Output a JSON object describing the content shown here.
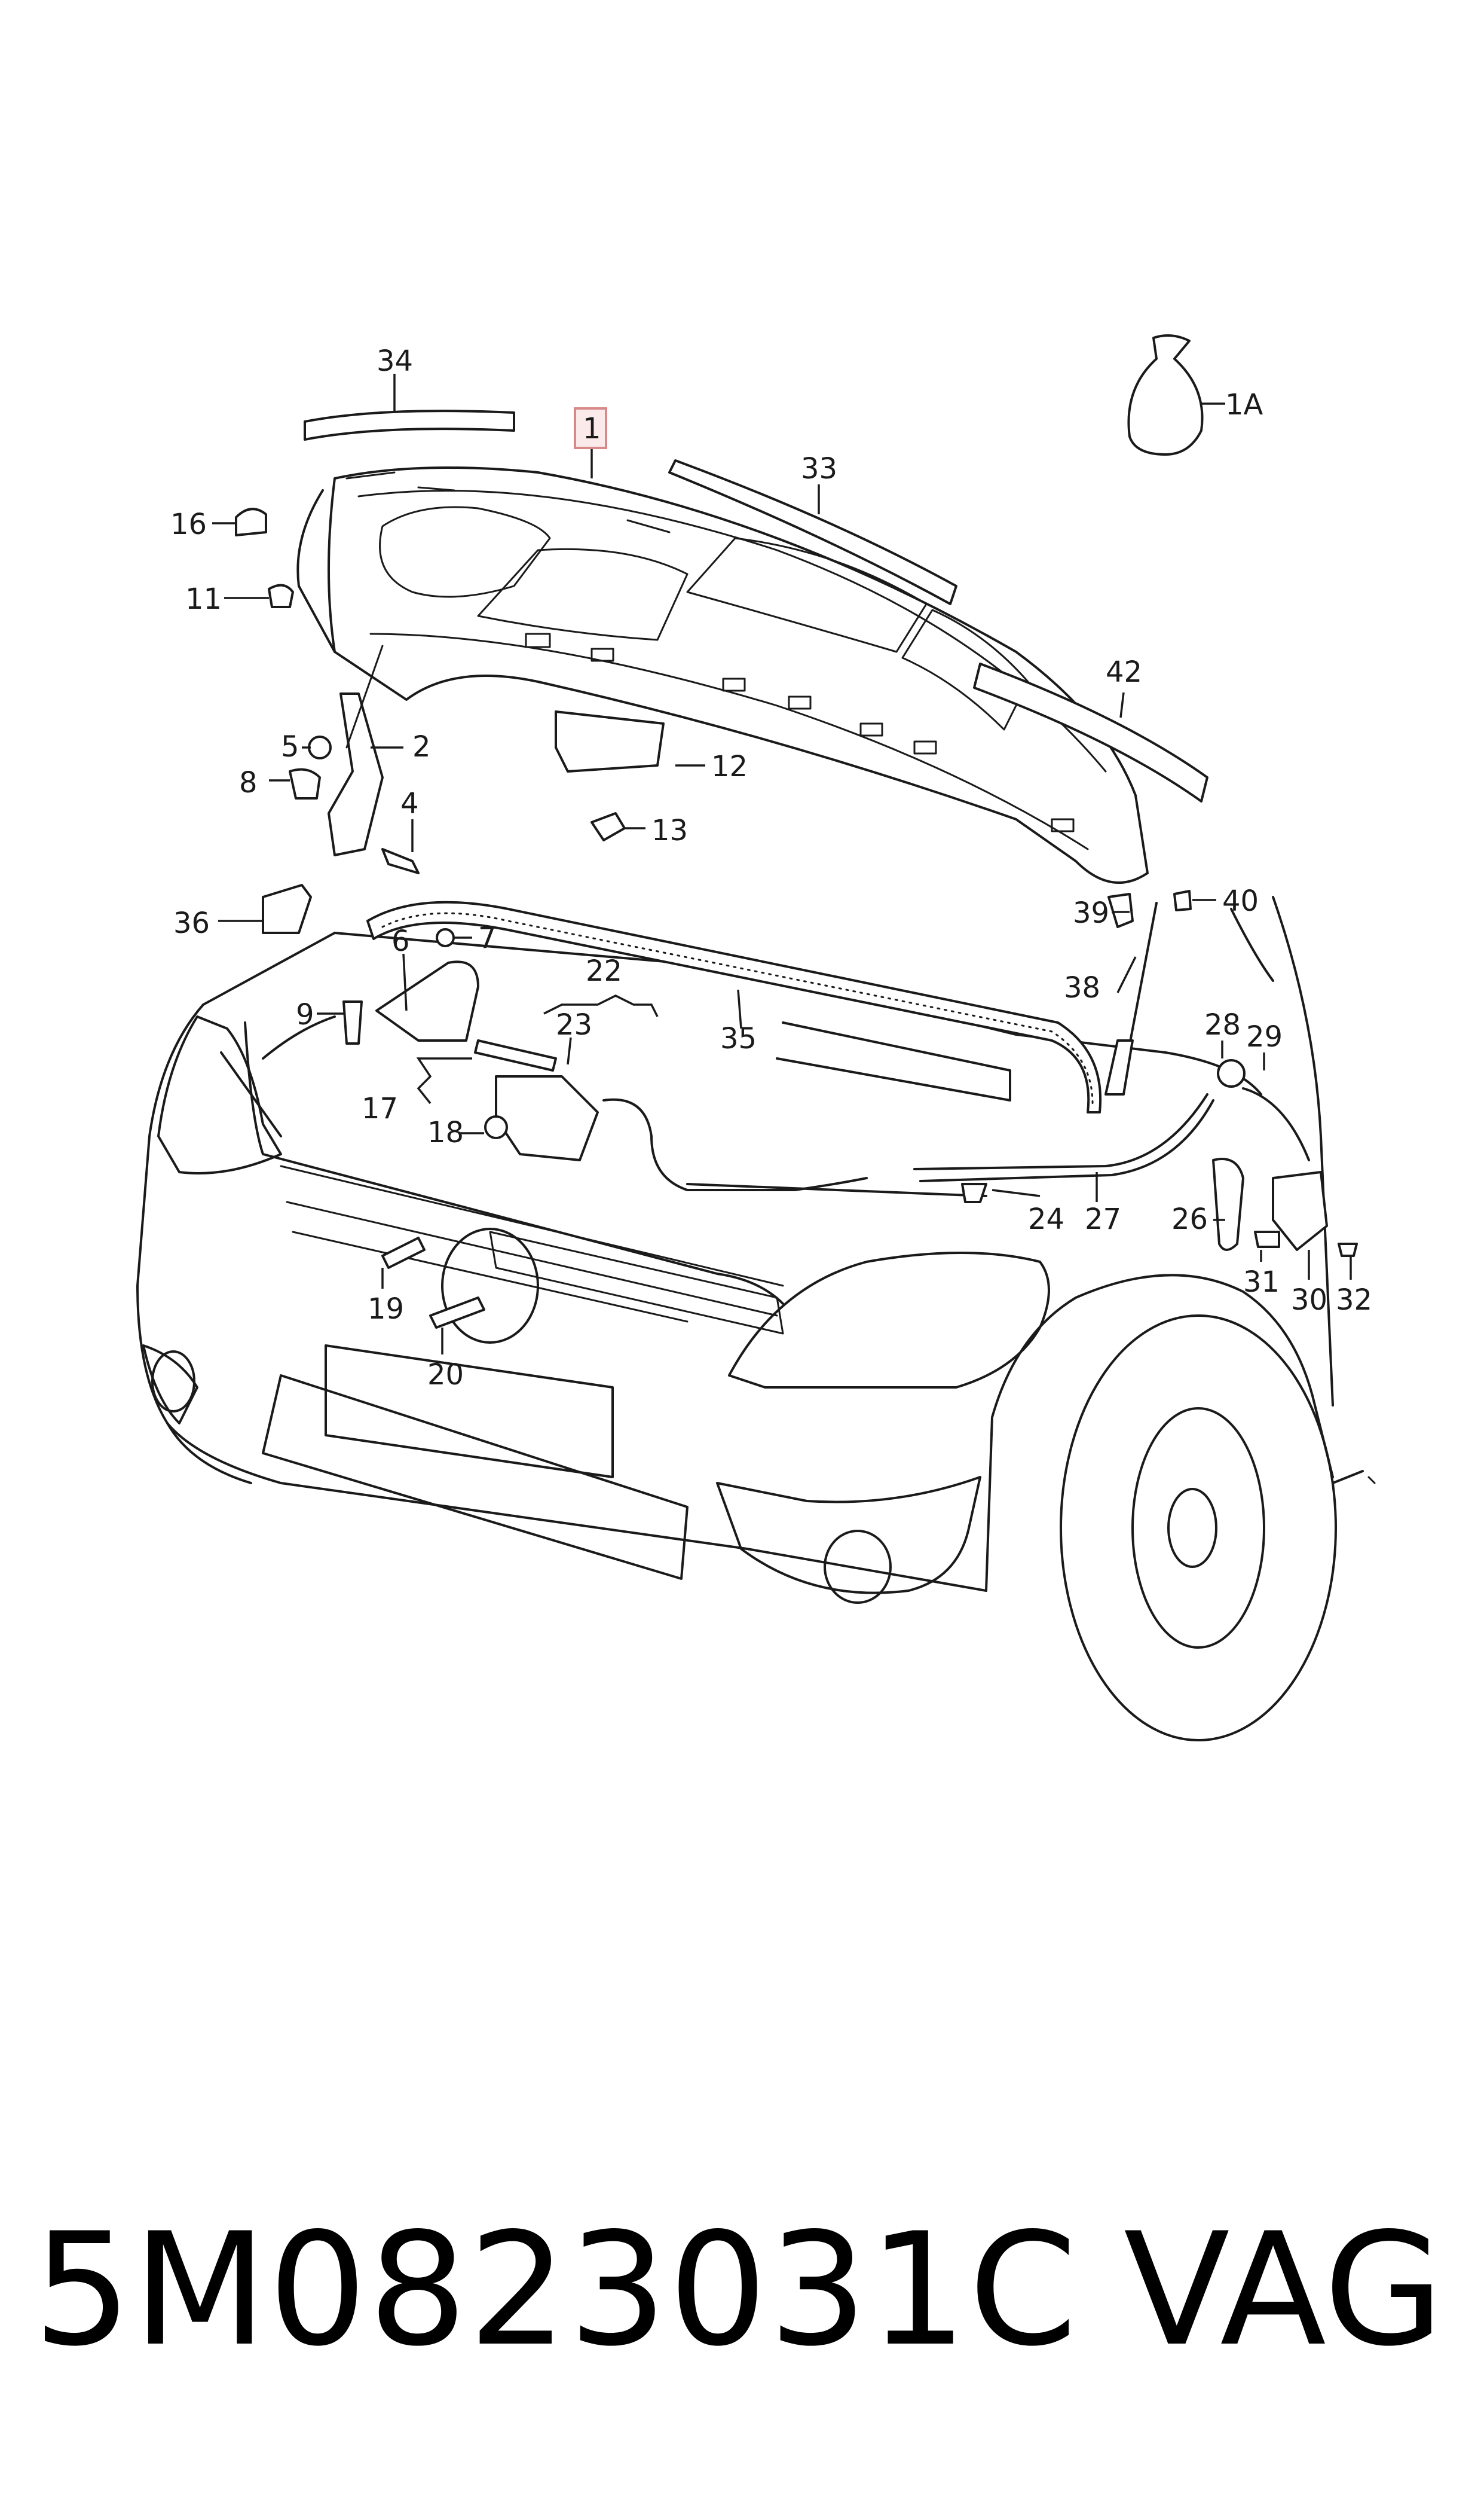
{
  "callouts": [
    {
      "key": "c1A",
      "text": "1A"
    },
    {
      "key": "c1",
      "text": "1"
    },
    {
      "key": "c2",
      "text": "2"
    },
    {
      "key": "c4",
      "text": "4"
    },
    {
      "key": "c5",
      "text": "5"
    },
    {
      "key": "c6",
      "text": "6"
    },
    {
      "key": "c7",
      "text": "7"
    },
    {
      "key": "c8",
      "text": "8"
    },
    {
      "key": "c9",
      "text": "9"
    },
    {
      "key": "c11",
      "text": "11"
    },
    {
      "key": "c12",
      "text": "12"
    },
    {
      "key": "c13",
      "text": "13"
    },
    {
      "key": "c16",
      "text": "16"
    },
    {
      "key": "c17",
      "text": "17"
    },
    {
      "key": "c18",
      "text": "18"
    },
    {
      "key": "c19",
      "text": "19"
    },
    {
      "key": "c20",
      "text": "20"
    },
    {
      "key": "c22",
      "text": "22"
    },
    {
      "key": "c23",
      "text": "23"
    },
    {
      "key": "c24",
      "text": "24"
    },
    {
      "key": "c26",
      "text": "26"
    },
    {
      "key": "c27",
      "text": "27"
    },
    {
      "key": "c28",
      "text": "28"
    },
    {
      "key": "c29",
      "text": "29"
    },
    {
      "key": "c30",
      "text": "30"
    },
    {
      "key": "c31",
      "text": "31"
    },
    {
      "key": "c32",
      "text": "32"
    },
    {
      "key": "c33",
      "text": "33"
    },
    {
      "key": "c34",
      "text": "34"
    },
    {
      "key": "c35",
      "text": "35"
    },
    {
      "key": "c36",
      "text": "36"
    },
    {
      "key": "c38",
      "text": "38"
    },
    {
      "key": "c39",
      "text": "39"
    },
    {
      "key": "c40",
      "text": "40"
    },
    {
      "key": "c42",
      "text": "42"
    }
  ],
  "highlighted_callout": "1",
  "footer": {
    "part_number": "5M0823031C",
    "brand": "VAG"
  }
}
